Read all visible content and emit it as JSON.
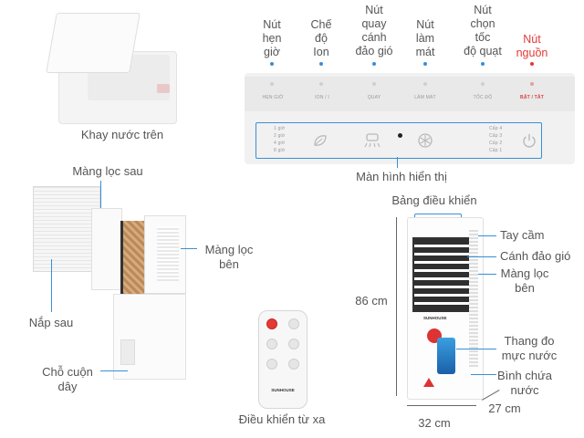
{
  "tray": {
    "label": "Khay nước trên"
  },
  "control_panel": {
    "buttons": [
      {
        "name": "Nút hẹn giờ",
        "lines": [
          "Nút",
          "hẹn",
          "giờ"
        ],
        "print": "HẸN GIỜ"
      },
      {
        "name": "Chế độ Ion",
        "lines": [
          "Chế",
          "độ",
          "Ion"
        ],
        "print": "ION / I"
      },
      {
        "name": "Nút quay cánh đảo gió",
        "lines": [
          "Nút",
          "quay",
          "cánh",
          "đảo gió"
        ],
        "print": "QUAY"
      },
      {
        "name": "Nút làm mát",
        "lines": [
          "Nút",
          "làm",
          "mát"
        ],
        "print": "LÀM MÁT"
      },
      {
        "name": "Nút chọn tốc độ quạt",
        "lines": [
          "Nút",
          "chọn",
          "tốc",
          "độ quạt"
        ],
        "print": "TỐC ĐỘ"
      },
      {
        "name": "Nút nguồn",
        "lines": [
          "Nút",
          "nguồn"
        ],
        "print": "BẬT / TẮT"
      }
    ],
    "display_timer": [
      "1 giờ",
      "2 giờ",
      "4 giờ",
      "8 giờ"
    ],
    "display_speed": [
      "Cấp 4",
      "Cấp 3",
      "Cấp 2",
      "Cấp 1"
    ],
    "screen_label": "Màn hình hiển thị"
  },
  "exploded_view": {
    "rear_filter": "Màng lọc sau",
    "side_filter": [
      "Màng lọc",
      "bên"
    ],
    "back_cover": "Nắp sau",
    "cord_slot": [
      "Chỗ cuộn",
      "dây"
    ]
  },
  "remote": {
    "label": "Điều khiển từ xa",
    "brand": "SUNHOUSE"
  },
  "cooler": {
    "control_board": "Bảng điều khiển",
    "handle": "Tay cầm",
    "louver": "Cánh đảo gió",
    "side_filter": [
      "Màng lọc",
      "bên"
    ],
    "water_gauge": [
      "Thang đo",
      "mực nước"
    ],
    "tank": [
      "Bình chứa",
      "nước"
    ],
    "brand": "SUNHOUSE",
    "height": "86 cm",
    "width": "32 cm",
    "depth": "27 cm"
  },
  "colors": {
    "accent": "#e53935",
    "callout": "#3a8fd6"
  }
}
